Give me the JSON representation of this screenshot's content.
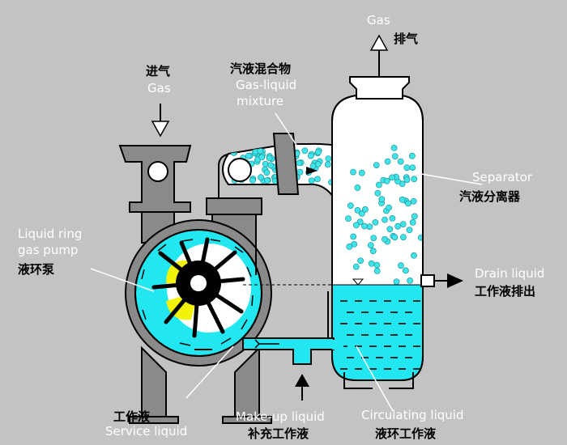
{
  "labels": {
    "gas_top_en": "Gas",
    "gas_top_zh": "排气",
    "gas_in_zh": "进气",
    "gas_in_en": "Gas",
    "mixture_zh": "汽液混合物",
    "mixture_en_1": "Gas-liquid",
    "mixture_en_2": "mixture",
    "separator_en": "Separator",
    "separator_zh": "汽液分离器",
    "pump_en_1": "Liquid ring",
    "pump_en_2": "gas pump",
    "pump_zh": "液环泵",
    "drain_en": "Drain liquid",
    "drain_zh": "工作液排出",
    "service_zh": "工作液",
    "service_en": "Service liquid",
    "makeup_en": "Make-up liquid",
    "makeup_zh": "补充工作液",
    "circulating_en": "Circulating liquid",
    "circulating_zh": "液环工作液"
  },
  "colors": {
    "background": "#c3c3c3",
    "equipment": "#8a8a8a",
    "vessel": "#ffffff",
    "liquid": "#22e6f0",
    "bubble": "#3fe3e8",
    "impeller_hub": "#f2f20a",
    "arrow": "#000000"
  }
}
